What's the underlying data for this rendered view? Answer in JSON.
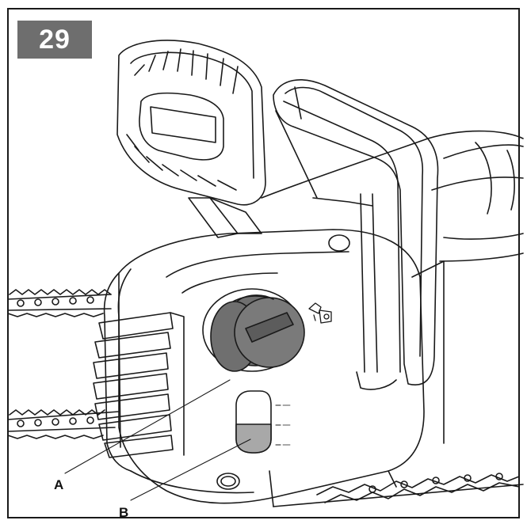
{
  "figure": {
    "number": "29"
  },
  "callouts": [
    {
      "id": "A",
      "label": "A"
    },
    {
      "id": "B",
      "label": "B"
    }
  ],
  "colors": {
    "line": "#1a1a1a",
    "cap_fill": "#6f6f6f",
    "oil_fill": "#a8a8a8",
    "badge": "#6e6e6e"
  }
}
